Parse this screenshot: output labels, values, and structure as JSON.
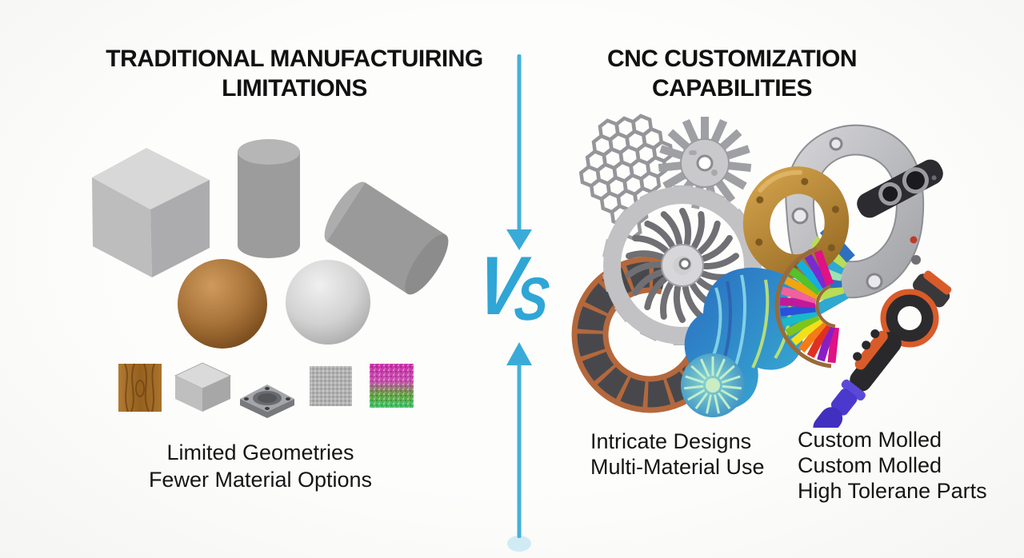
{
  "left": {
    "title": [
      "TRADITIONAL MANUFACTUIRING",
      "LIMITATIONS"
    ],
    "captions": [
      "Limited Geometries",
      "Fewer Material Options"
    ],
    "shapes": [
      "gray-cube",
      "gray-cylinder",
      "tilted-gray-cylinder",
      "bronze-sphere",
      "silver-sphere"
    ],
    "material_swatches": [
      "wood-grain",
      "stone-block",
      "machined-plate",
      "mesh-fabric",
      "color-composite"
    ]
  },
  "divider": {
    "vs_letters": {
      "v": "V",
      "s": "S"
    },
    "accent_color": "#3aacd9",
    "arrows": [
      "down-arrow",
      "up-arrow"
    ]
  },
  "right": {
    "title": [
      "CNC CUSTOMIZATION",
      "CAPABILITIES"
    ],
    "captions_col1": [
      "Intricate Designs",
      "Multi-Material Use"
    ],
    "captions_col2": [
      "Custom Molled",
      "Custom Molled",
      "High Tolerane Parts"
    ],
    "parts": [
      "honeycomb-lattice",
      "impeller-disc",
      "robotic-gripper",
      "bronze-ring",
      "turbine-gear",
      "copper-segment-wheel",
      "blue-organic-part",
      "rainbow-gear-fan",
      "handheld-tool"
    ]
  },
  "colors": {
    "background": "#fcfcfb",
    "text": "#111111",
    "accent_blue": "#3aacd9",
    "bronze": "#b9773a",
    "gold": "#c89a48",
    "copper": "#b4683c",
    "steel": "#a9a9ad",
    "tool_orange": "#d95b2a",
    "tool_blue": "#4a39cc"
  }
}
